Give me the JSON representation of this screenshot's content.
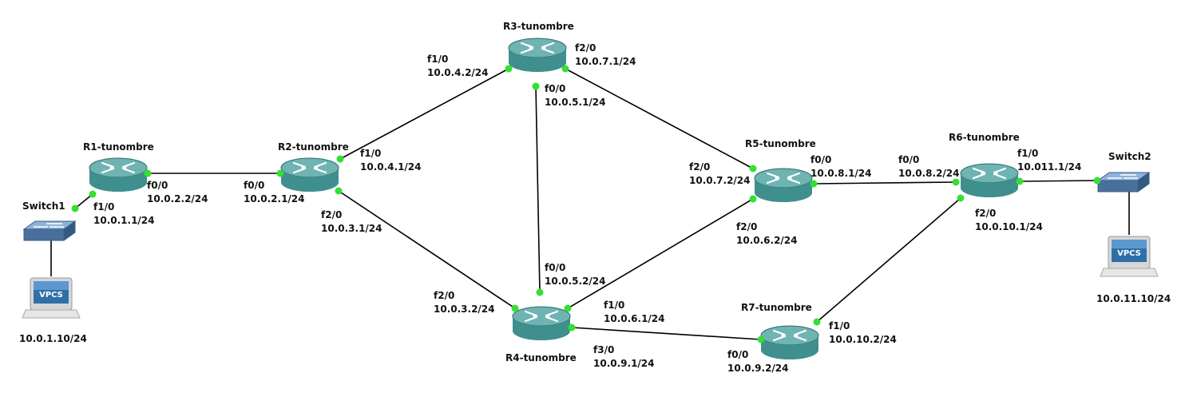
{
  "devices": {
    "r1": {
      "name": "R1-tunombre"
    },
    "r2": {
      "name": "R2-tunombre"
    },
    "r3": {
      "name": "R3-tunombre"
    },
    "r4": {
      "name": "R4-tunombre"
    },
    "r5": {
      "name": "R5-tunombre"
    },
    "r6": {
      "name": "R6-tunombre"
    },
    "r7": {
      "name": "R7-tunombre"
    },
    "sw1": {
      "name": "Switch1"
    },
    "sw2": {
      "name": "Switch2"
    },
    "pc1": {
      "badge": "VPCS",
      "ip": "10.0.1.10/24"
    },
    "pc2": {
      "badge": "VPCS",
      "ip": "10.0.11.10/24"
    }
  },
  "interfaces": {
    "r1_f1_0": {
      "port": "f1/0",
      "ip": "10.0.1.1/24"
    },
    "r1_f0_0": {
      "port": "f0/0",
      "ip": "10.0.2.2/24"
    },
    "r2_f0_0": {
      "port": "f0/0",
      "ip": "10.0.2.1/24"
    },
    "r2_f1_0": {
      "port": "f1/0",
      "ip": "10.0.4.1/24"
    },
    "r2_f2_0": {
      "port": "f2/0",
      "ip": "10.0.3.1/24"
    },
    "r3_f1_0": {
      "port": "f1/0",
      "ip": "10.0.4.2/24"
    },
    "r3_f2_0": {
      "port": "f2/0",
      "ip": "10.0.7.1/24"
    },
    "r3_f0_0": {
      "port": "f0/0",
      "ip": "10.0.5.1/24"
    },
    "r4_f0_0": {
      "port": "f0/0",
      "ip": "10.0.5.2/24"
    },
    "r4_f2_0": {
      "port": "f2/0",
      "ip": "10.0.3.2/24"
    },
    "r4_f1_0": {
      "port": "f1/0",
      "ip": "10.0.6.1/24"
    },
    "r4_f3_0": {
      "port": "f3/0",
      "ip": "10.0.9.1/24"
    },
    "r5_f2_0_top": {
      "port": "f2/0",
      "ip": "10.0.7.2/24"
    },
    "r5_f0_0": {
      "port": "f0/0",
      "ip": "10.0.8.1/24"
    },
    "r5_f2_0_bottom": {
      "port": "f2/0",
      "ip": "10.0.6.2/24"
    },
    "r6_f0_0": {
      "port": "f0/0",
      "ip": "10.0.8.2/24"
    },
    "r6_f1_0": {
      "port": "f1/0",
      "ip": "10.011.1/24"
    },
    "r6_f2_0": {
      "port": "f2/0",
      "ip": "10.0.10.1/24"
    },
    "r7_f1_0": {
      "port": "f1/0",
      "ip": "10.0.10.2/24"
    },
    "r7_f0_0": {
      "port": "f0/0",
      "ip": "10.0.9.2/24"
    }
  },
  "colors": {
    "router_body": "#3f8f8f",
    "router_top": "#6fb3b3",
    "router_side": "#2c6c6c",
    "switch_body": "#4a6f9a",
    "switch_top": "#8fb2d8",
    "link": "#000000",
    "port_dot": "#33e033",
    "pc_screen": "#2f6fa8"
  }
}
